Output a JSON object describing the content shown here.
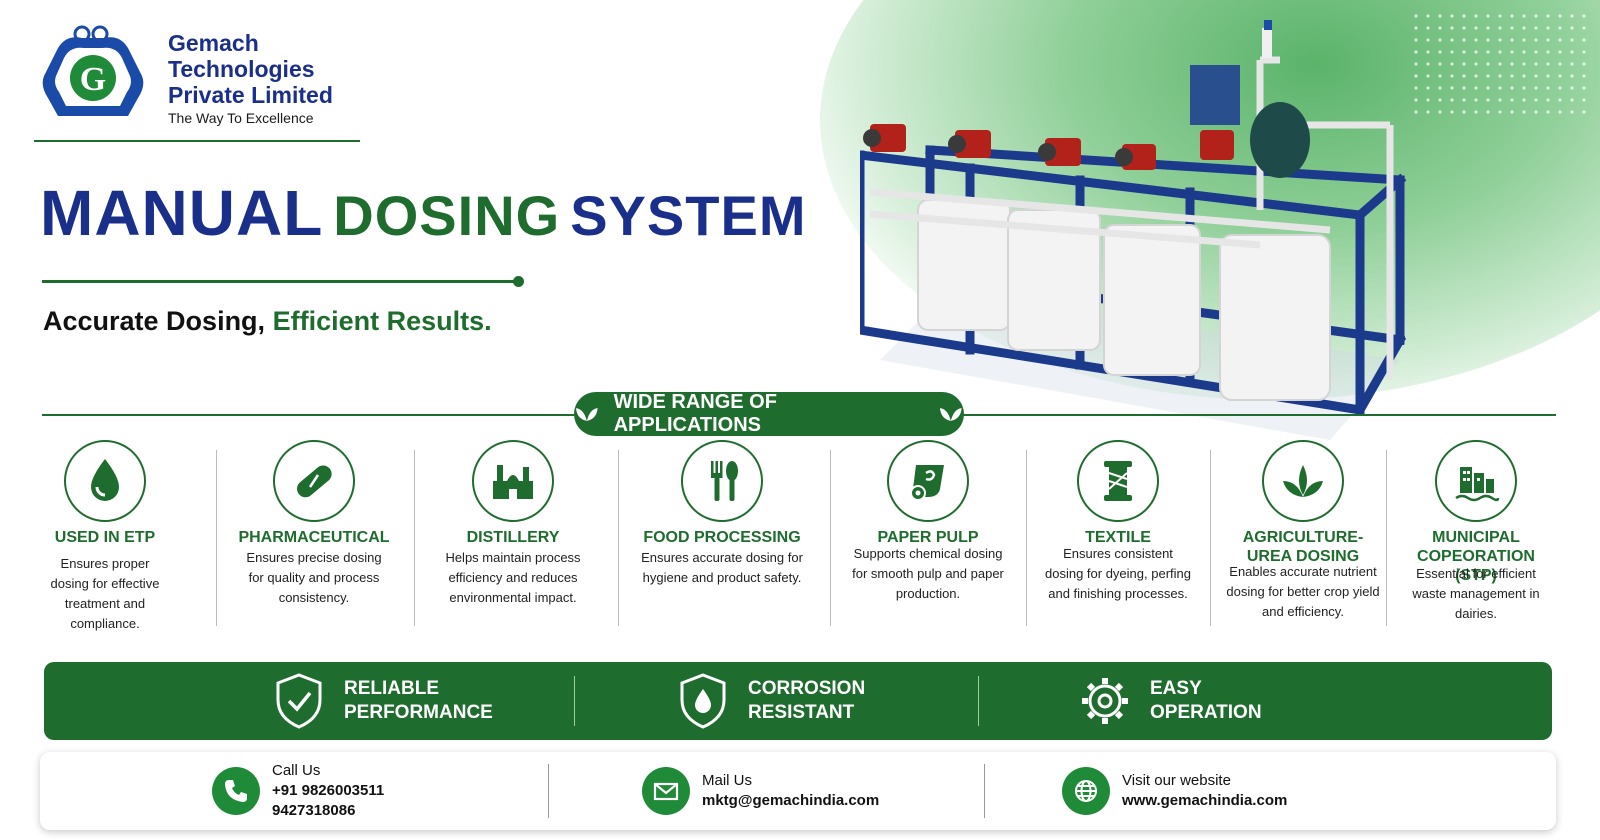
{
  "colors": {
    "brand_blue": "#1a2f8a",
    "brand_green": "#1f6d2e",
    "icon_green": "#1f8a37"
  },
  "company": {
    "name_line1": "Gemach",
    "name_line2": "Technologies",
    "name_line3": "Private Limited",
    "tagline": "The Way To Excellence",
    "logo_letter": "G"
  },
  "headline": {
    "word1": "MANUAL",
    "word2": "DOSING",
    "word3": "SYSTEM"
  },
  "subhead": {
    "part1": "Accurate Dosing,",
    "part2": "Efficient Results."
  },
  "applications": {
    "banner": "WIDE RANGE OF APPLICATIONS",
    "items": [
      {
        "icon": "water-drop-icon",
        "title": "USED IN ETP",
        "desc": "Ensures proper dosing for effective treatment and compliance."
      },
      {
        "icon": "pill-capsule-icon",
        "title": "PHARMACEUTICAL",
        "desc": "Ensures precise dosing for quality and process consistency."
      },
      {
        "icon": "distillery-factory-icon",
        "title": "DISTILLERY",
        "desc": "Helps maintain process efficiency and reduces environmental impact."
      },
      {
        "icon": "fork-spoon-icon",
        "title": "FOOD PROCESSING",
        "desc": "Ensures accurate dosing for hygiene and product safety."
      },
      {
        "icon": "paper-roll-icon",
        "title": "PAPER PULP",
        "desc": "Supports chemical dosing for smooth pulp and paper production."
      },
      {
        "icon": "thread-spool-icon",
        "title": "TEXTILE",
        "desc": "Ensures consistent dosing for dyeing, perfing and finishing processes."
      },
      {
        "icon": "plant-leaves-icon",
        "title_line1": "AGRICULTURE-",
        "title_line2": "UREA DOSING",
        "desc": "Enables accurate nutrient dosing for better crop yield and efficiency."
      },
      {
        "icon": "city-buildings-icon",
        "title_line1": "MUNICIPAL",
        "title_line2": "COPEORATION (STP)",
        "desc": "Essential for efficient waste management in dairies."
      }
    ]
  },
  "features": [
    {
      "icon": "shield-check-icon",
      "label": "RELIABLE\nPERFORMANCE"
    },
    {
      "icon": "shield-drop-icon",
      "label": "CORROSION\nRESISTANT"
    },
    {
      "icon": "gear-icon",
      "label": "EASY\nOPERATION"
    }
  ],
  "contact": {
    "call": {
      "icon": "phone-icon",
      "label": "Call Us",
      "phone1": "+91 9826003511",
      "phone2": "9427318086"
    },
    "mail": {
      "icon": "mail-icon",
      "label": "Mail Us",
      "email": "mktg@gemachindia.com"
    },
    "web": {
      "icon": "globe-icon",
      "label": "Visit our website",
      "url": "www.gemachindia.com"
    }
  }
}
